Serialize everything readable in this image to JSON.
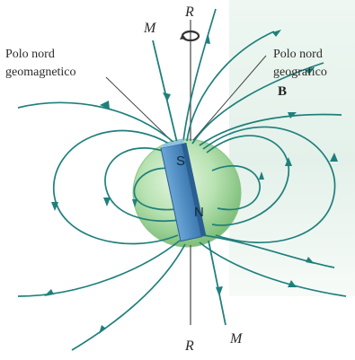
{
  "labels": {
    "geomagnetic_line1": "Polo nord",
    "geomagnetic_line2": "geomagnetico",
    "geographic_line1": "Polo nord",
    "geographic_line2": "geografico",
    "field_symbol": "B",
    "rotation_axis_top": "R",
    "rotation_axis_bottom": "R",
    "magnetic_axis_top": "M",
    "magnetic_axis_bottom": "M",
    "magnet_south": "S",
    "magnet_north": "N"
  },
  "colors": {
    "field_line": "#1f7f7c",
    "earth": "#a9dba4",
    "magnet": "#3f7fb7",
    "axis_line": "#555555"
  }
}
